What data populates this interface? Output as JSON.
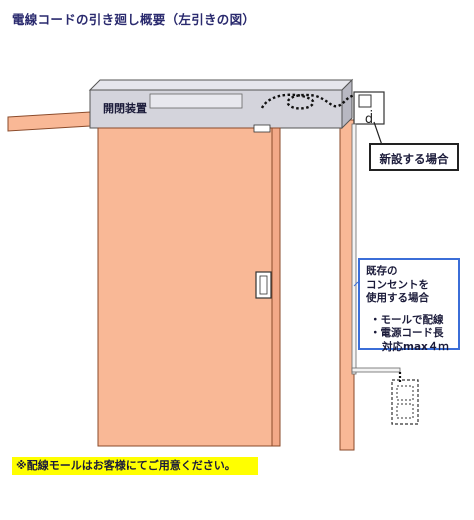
{
  "title": "電線コードの引き廻し概要（左引きの図）",
  "device_label": "開閉装置",
  "note_new": "新設する場合",
  "note_existing": {
    "line1": "既存の",
    "line2": "コンセントを",
    "line3": "使用する場合",
    "bullet1": "・モールで配線",
    "bullet2": "・電源コード長",
    "bullet2_cont": "対応max４ｍ"
  },
  "footer": "※配線モールはお客様にてご用意ください。",
  "colors": {
    "door": "#f9b896",
    "door_stroke": "#8a4a2a",
    "header_box": "#d4d4dc",
    "note_border": "#3b6ed8",
    "footer_bg": "#ffff00"
  }
}
